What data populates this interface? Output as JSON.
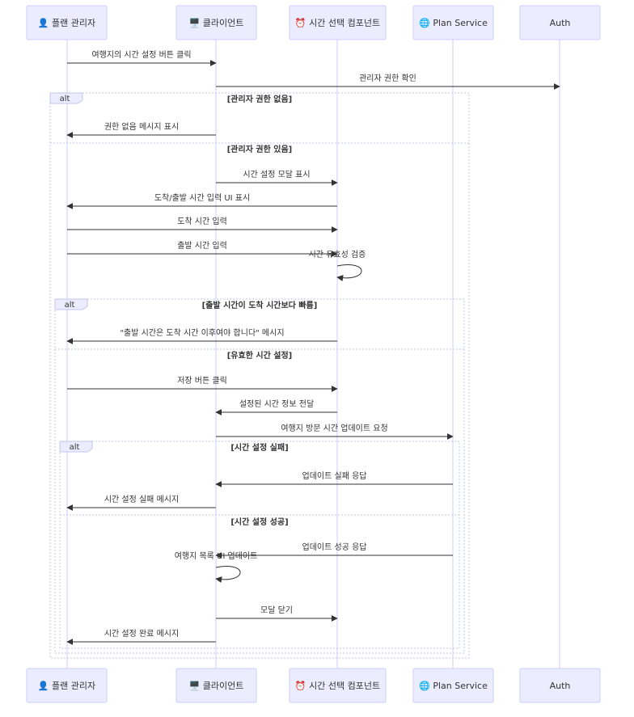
{
  "diagram": {
    "type": "sequence",
    "participants": [
      {
        "id": "admin",
        "icon": "👤",
        "label": "플랜 관리자"
      },
      {
        "id": "client",
        "icon": "🖥️",
        "label": "클라이언트"
      },
      {
        "id": "timepicker",
        "icon": "⏰",
        "label": "시간 선택 컴포넌트"
      },
      {
        "id": "planservice",
        "icon": "🌐",
        "label": "Plan Service"
      },
      {
        "id": "auth",
        "icon": "",
        "label": "Auth"
      }
    ],
    "messages": [
      {
        "from": "admin",
        "to": "client",
        "text": "여행지의 시간 설정 버튼 클릭"
      },
      {
        "from": "client",
        "to": "auth",
        "text": "관리자 권한 확인"
      },
      {
        "from": "client",
        "to": "admin",
        "text": "권한 없음 메시지 표시"
      },
      {
        "from": "client",
        "to": "timepicker",
        "text": "시간 설정 모달 표시"
      },
      {
        "from": "timepicker",
        "to": "admin",
        "text": "도착/출발 시간 입력 UI 표시"
      },
      {
        "from": "admin",
        "to": "timepicker",
        "text": "도착 시간 입력"
      },
      {
        "from": "admin",
        "to": "timepicker",
        "text": "출발 시간 입력"
      },
      {
        "from": "timepicker",
        "to": "timepicker",
        "text": "시간 유효성 검증"
      },
      {
        "from": "timepicker",
        "to": "admin",
        "text": "\"출발 시간은 도착 시간 이후여야 합니다\" 메시지"
      },
      {
        "from": "admin",
        "to": "timepicker",
        "text": "저장 버튼 클릭"
      },
      {
        "from": "timepicker",
        "to": "client",
        "text": "설정된 시간 정보 전달"
      },
      {
        "from": "client",
        "to": "planservice",
        "text": "여행지 방문 시간 업데이트 요청"
      },
      {
        "from": "planservice",
        "to": "client",
        "text": "업데이트 실패 응답"
      },
      {
        "from": "client",
        "to": "admin",
        "text": "시간 설정 실패 메시지"
      },
      {
        "from": "planservice",
        "to": "client",
        "text": "업데이트 성공 응답"
      },
      {
        "from": "client",
        "to": "client",
        "text": "여행지 목록 UI 업데이트"
      },
      {
        "from": "client",
        "to": "timepicker",
        "text": "모달 닫기"
      },
      {
        "from": "client",
        "to": "admin",
        "text": "시간 설정 완료 메시지"
      }
    ],
    "fragments": [
      {
        "kind": "alt",
        "conditions": [
          "[관리자 권한 없음]",
          "[관리자 권한 있음]"
        ]
      },
      {
        "kind": "alt",
        "conditions": [
          "[출발 시간이 도착 시간보다 빠름]",
          "[유효한 시간 설정]"
        ]
      },
      {
        "kind": "alt",
        "conditions": [
          "[시간 설정 실패]",
          "[시간 설정 성공]"
        ]
      }
    ],
    "colors": {
      "actor_fill": "#ECECFF",
      "actor_stroke": "#CCCCFF",
      "line": "#333333",
      "frame": "#C5C5EE"
    }
  }
}
